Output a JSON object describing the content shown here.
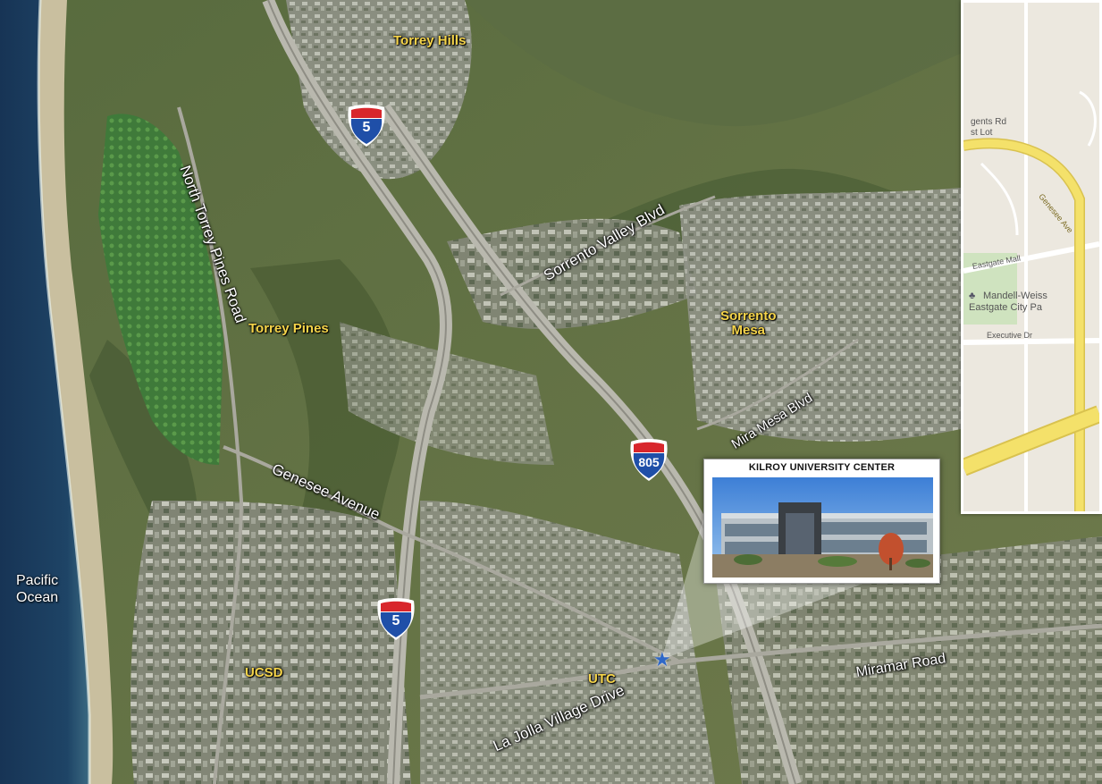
{
  "places": {
    "torrey_hills": "Torrey Hills",
    "torrey_pines": "Torrey Pines",
    "sorrento_mesa_line1": "Sorrento",
    "sorrento_mesa_line2": "Mesa",
    "ucsd": "UCSD",
    "utc": "UTC",
    "pacific_ocean_line1": "Pacific",
    "pacific_ocean_line2": "Ocean"
  },
  "roads": {
    "north_torrey_pines": "North Torrey Pines Road",
    "sorrento_valley": "Sorrento Valley Blvd",
    "genesee": "Genesee Avenue",
    "mira_mesa": "Mira Mesa Blvd",
    "miramar": "Miramar Road",
    "la_jolla_village": "La Jolla Village Drive"
  },
  "highways": {
    "i5_north": "5",
    "i5_south": "5",
    "i805": "805"
  },
  "callout": {
    "title": "KILROY UNIVERSITY CENTER"
  },
  "inset": {
    "road1": "gents Rd",
    "road1b": "st Lot",
    "genesee": "Genesee Ave",
    "eastgate_mall": "Eastgate Mall",
    "park_line1": "Mandell-Weiss",
    "park_line2": "Eastgate City Pa",
    "executive": "Executive Dr"
  },
  "colors": {
    "place_label": "#f5d44a",
    "interstate_blue": "#1f4fa8",
    "interstate_red": "#d8262c",
    "star": "#2f68c8",
    "ocean": "#16304f",
    "inset_major_road": "#f4e16a"
  }
}
